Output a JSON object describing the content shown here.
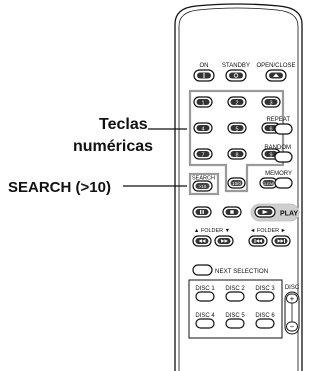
{
  "callouts": {
    "teclas_line1": "Teclas",
    "teclas_line2": "numéricas",
    "search": "SEARCH (>10)"
  },
  "remote": {
    "top_labels": {
      "on": "ON",
      "standby": "STANDBY",
      "open_close": "OPEN/CLOSE"
    },
    "numpad": [
      "1",
      "2",
      "3",
      "4",
      "5",
      "6",
      "7",
      "8",
      "9"
    ],
    "ten_zero": "10/0",
    "clear": "CLEAR",
    "search_label": "SEARCH",
    "search_key": ">10",
    "side_labels": {
      "repeat": "REPEAT",
      "random": "RANDOM",
      "memory": "MEMORY"
    },
    "play_label": "PLAY",
    "folder_down_label": "▲ FOLDER ▼",
    "folder_left_right_label": "◄ FOLDER ►",
    "next_selection": "NEXT SELECTION",
    "discs": [
      "DISC 1",
      "DISC 2",
      "DISC 3",
      "DISC 4",
      "DISC 5",
      "DISC 6"
    ],
    "disc_label": "DISC",
    "disc_plus": "+",
    "disc_minus": "−"
  },
  "colors": {
    "outline": "#111111",
    "highlight_box": "#9a9a9a",
    "play_pill": "#cfcfcf",
    "teal": "#22b4a6"
  }
}
